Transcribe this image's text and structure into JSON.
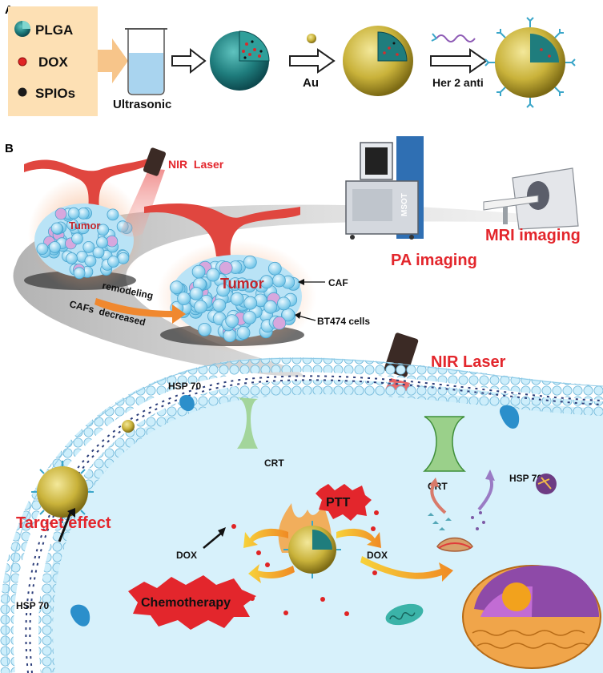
{
  "panel_a": {
    "label": "A",
    "legend": [
      {
        "label": "PLGA",
        "icon": "plga-sphere-icon"
      },
      {
        "label": "DOX",
        "icon": "red-dot-icon"
      },
      {
        "label": "SPIOs",
        "icon": "black-dot-icon"
      }
    ],
    "ultrasonic_label": "Ultrasonic",
    "au_label": "Au",
    "her2_label": "Her 2 anti"
  },
  "panel_b": {
    "label": "B",
    "nir_laser_top": "NIR  Laser",
    "tumor_small": "Tumor",
    "tumor_large": "Tumor",
    "caf_label": "CAF",
    "bt474_label": "BT474 cells",
    "remodeling_label": "remodeling",
    "cafs_decreased_label": "CAFs  decreased",
    "msot_label": "MSOT",
    "pa_imaging": "PA imaging",
    "mri_imaging": "MRI imaging",
    "nir_laser_main": "NIR Laser",
    "hsp70_top": "HSP 70",
    "hsp70_right": "HSP 70",
    "hsp70_bottom": "HSP 70",
    "crt_left": "CRT",
    "crt_right": "CRT",
    "ptt_label": "PTT",
    "target_effect": "Target effect",
    "dox_left": "DOX",
    "dox_right": "DOX",
    "chemotherapy": "Chemotherapy"
  },
  "colors": {
    "title_red": "#e3262c",
    "panel_bg": "#fde0b4",
    "membrane_blue": "#9fd3ec",
    "teal": "#1f7d7d",
    "gold": "#c9b23a"
  }
}
